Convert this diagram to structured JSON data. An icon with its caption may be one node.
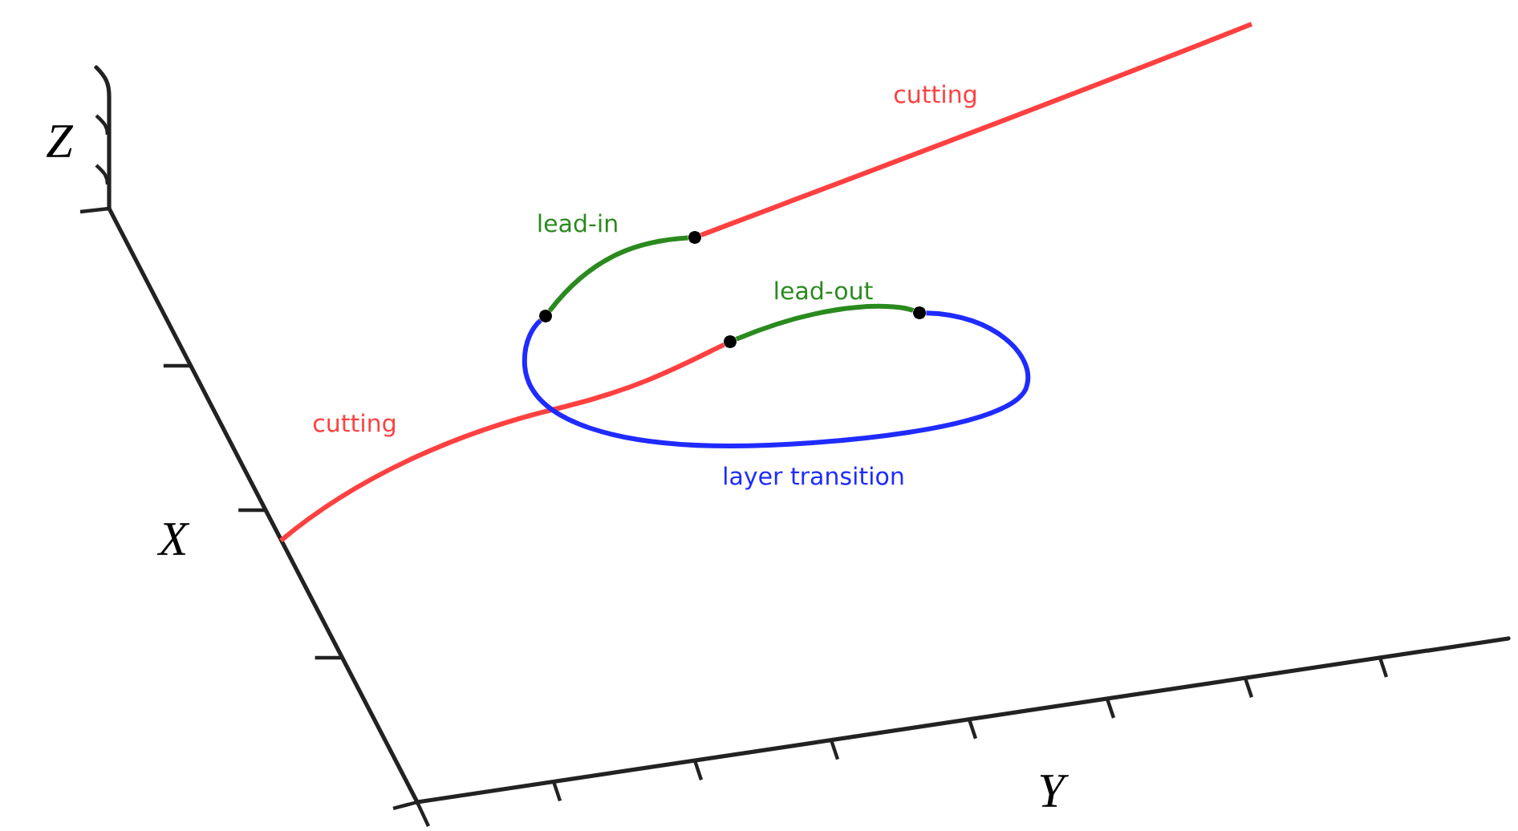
{
  "diagram": {
    "nodes": [
      {
        "text": [],
        "shape": "circle"
      },
      {
        "text": [],
        "shape": "circle"
      },
      {
        "text": [],
        "shape": "circle"
      },
      {
        "text": [],
        "shape": "circle"
      }
    ],
    "edges": [
      {
        "from": null,
        "to": 3,
        "arrow": "none",
        "label": "cutting",
        "color": "#ff4040"
      },
      {
        "from": 3,
        "to": 2,
        "arrow": "none",
        "label": "lead-out",
        "color": "#2a8a1e"
      },
      {
        "from": 2,
        "to": 1,
        "arrow": "none",
        "label": "layer transition",
        "color": "#1f2bff"
      },
      {
        "from": 1,
        "to": 0,
        "arrow": "none",
        "label": "lead-in",
        "color": "#2a8a1e"
      },
      {
        "from": 0,
        "to": null,
        "arrow": "none",
        "label": "cutting",
        "color": "#ff4040"
      }
    ],
    "labels": [
      "Z",
      "X",
      "Y"
    ]
  }
}
